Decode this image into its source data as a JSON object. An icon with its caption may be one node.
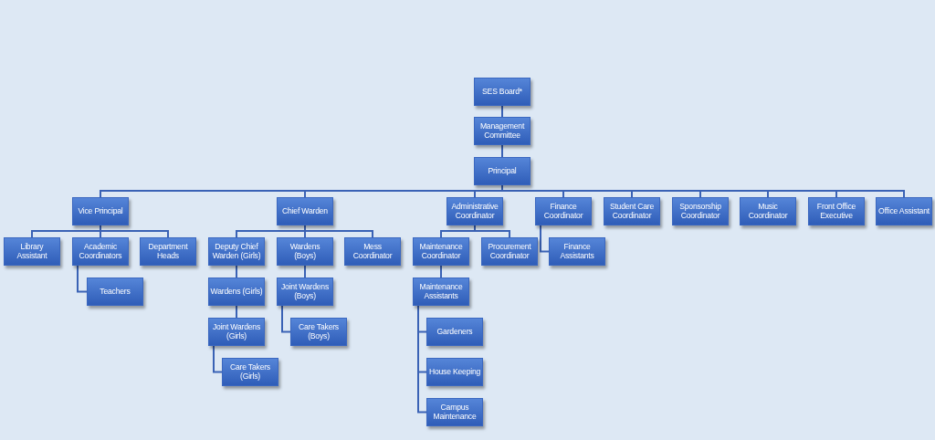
{
  "diagram": {
    "nodes": [
      {
        "text": [
          "SES Board*"
        ]
      },
      {
        "text": [
          "Management Committee"
        ]
      },
      {
        "text": [
          "Principal"
        ]
      },
      {
        "text": [
          "Vice Principal"
        ]
      },
      {
        "text": [
          "Chief Warden"
        ]
      },
      {
        "text": [
          "Administrative Coordinator"
        ]
      },
      {
        "text": [
          "Finance Coordinator"
        ]
      },
      {
        "text": [
          "Student Care Coordinator"
        ]
      },
      {
        "text": [
          "Sponsorship Coordinator"
        ]
      },
      {
        "text": [
          "Music Coordinator"
        ]
      },
      {
        "text": [
          "Front Office Executive"
        ]
      },
      {
        "text": [
          "Office Assistant"
        ]
      },
      {
        "text": [
          "Library Assistant"
        ]
      },
      {
        "text": [
          "Academic Coordinators"
        ]
      },
      {
        "text": [
          "Department Heads"
        ]
      },
      {
        "text": [
          "Deputy Chief Warden (Girls)"
        ]
      },
      {
        "text": [
          "Wardens (Boys)"
        ]
      },
      {
        "text": [
          "Mess Coordinator"
        ]
      },
      {
        "text": [
          "Maintenance Coordinator"
        ]
      },
      {
        "text": [
          "Procurement Coordinator"
        ]
      },
      {
        "text": [
          "Finance Assistants"
        ]
      },
      {
        "text": [
          "Teachers"
        ]
      },
      {
        "text": [
          "Wardens (Girls)"
        ]
      },
      {
        "text": [
          "Joint Wardens (Boys)"
        ]
      },
      {
        "text": [
          "Joint Wardens (Girls)"
        ]
      },
      {
        "text": [
          "Care Takers (Boys)"
        ]
      },
      {
        "text": [
          "Care Takers (Girls)"
        ]
      },
      {
        "text": [
          "Maintenance Assistants"
        ]
      },
      {
        "text": [
          "Gardeners"
        ]
      },
      {
        "text": [
          "House Keeping"
        ]
      },
      {
        "text": [
          "Campus Maintenance"
        ]
      }
    ],
    "edges": [
      {
        "from": 0,
        "to": 1,
        "arrow": "none"
      },
      {
        "from": 1,
        "to": 2,
        "arrow": "none"
      },
      {
        "from": 2,
        "to": 3,
        "arrow": "none"
      },
      {
        "from": 2,
        "to": 4,
        "arrow": "none"
      },
      {
        "from": 2,
        "to": 5,
        "arrow": "none"
      },
      {
        "from": 2,
        "to": 6,
        "arrow": "none"
      },
      {
        "from": 2,
        "to": 7,
        "arrow": "none"
      },
      {
        "from": 2,
        "to": 8,
        "arrow": "none"
      },
      {
        "from": 2,
        "to": 9,
        "arrow": "none"
      },
      {
        "from": 2,
        "to": 10,
        "arrow": "none"
      },
      {
        "from": 2,
        "to": 11,
        "arrow": "none"
      },
      {
        "from": 3,
        "to": 12,
        "arrow": "none"
      },
      {
        "from": 3,
        "to": 13,
        "arrow": "none"
      },
      {
        "from": 3,
        "to": 14,
        "arrow": "none"
      },
      {
        "from": 4,
        "to": 15,
        "arrow": "none"
      },
      {
        "from": 4,
        "to": 16,
        "arrow": "none"
      },
      {
        "from": 4,
        "to": 17,
        "arrow": "none"
      },
      {
        "from": 5,
        "to": 18,
        "arrow": "none"
      },
      {
        "from": 5,
        "to": 19,
        "arrow": "none"
      },
      {
        "from": 6,
        "to": 20,
        "arrow": "none"
      },
      {
        "from": 13,
        "to": 21,
        "arrow": "none"
      },
      {
        "from": 15,
        "to": 22,
        "arrow": "none"
      },
      {
        "from": 16,
        "to": 23,
        "arrow": "none"
      },
      {
        "from": 22,
        "to": 24,
        "arrow": "none"
      },
      {
        "from": 23,
        "to": 25,
        "arrow": "none"
      },
      {
        "from": 24,
        "to": 26,
        "arrow": "none"
      },
      {
        "from": 18,
        "to": 27,
        "arrow": "none"
      },
      {
        "from": 27,
        "to": 28,
        "arrow": "none"
      },
      {
        "from": 27,
        "to": 29,
        "arrow": "none"
      },
      {
        "from": 27,
        "to": 30,
        "arrow": "none"
      }
    ]
  }
}
